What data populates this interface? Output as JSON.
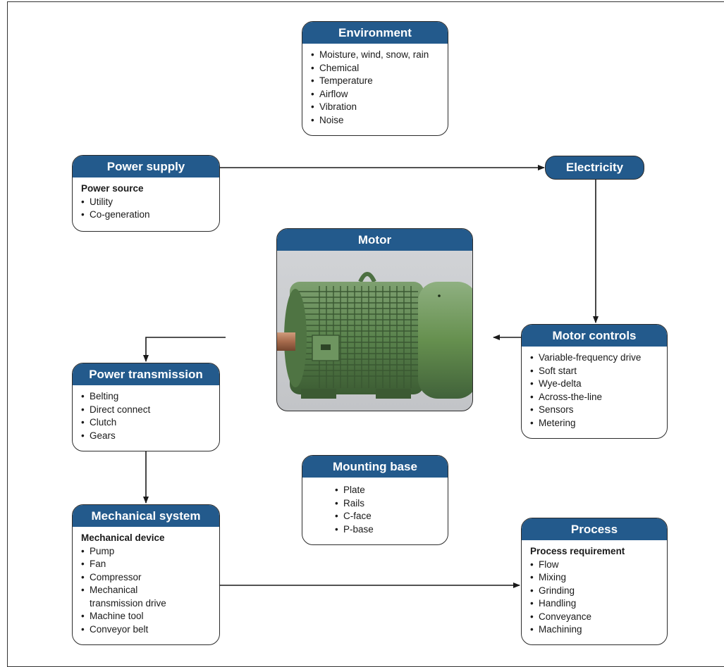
{
  "environment": {
    "title": "Environment",
    "items": [
      "Moisture, wind, snow, rain",
      "Chemical",
      "Temperature",
      "Airflow",
      "Vibration",
      "Noise"
    ]
  },
  "power_supply": {
    "title": "Power supply",
    "subtitle": "Power source",
    "items": [
      "Utility",
      "Co-generation"
    ]
  },
  "electricity": {
    "title": "Electricity"
  },
  "motor": {
    "title": "Motor"
  },
  "motor_controls": {
    "title": "Motor controls",
    "items": [
      "Variable-frequency drive",
      "Soft start",
      "Wye-delta",
      "Across-the-line",
      "Sensors",
      "Metering"
    ]
  },
  "power_transmission": {
    "title": "Power transmission",
    "items": [
      "Belting",
      "Direct connect",
      "Clutch",
      "Gears"
    ]
  },
  "mounting_base": {
    "title": "Mounting base",
    "items": [
      "Plate",
      "Rails",
      "C-face",
      "P-base"
    ]
  },
  "mechanical_system": {
    "title": "Mechanical system",
    "subtitle": "Mechanical device",
    "items": [
      "Pump",
      "Fan",
      "Compressor",
      "Mechanical",
      "transmission drive",
      "Machine tool",
      "Conveyor belt"
    ]
  },
  "process": {
    "title": "Process",
    "subtitle": "Process requirement",
    "items": [
      "Flow",
      "Mixing",
      "Grinding",
      "Handling",
      "Conveyance",
      "Machining"
    ]
  },
  "colors": {
    "header": "#235a8c",
    "border": "#2b2b2b",
    "motor_green": "#5f8a52"
  }
}
